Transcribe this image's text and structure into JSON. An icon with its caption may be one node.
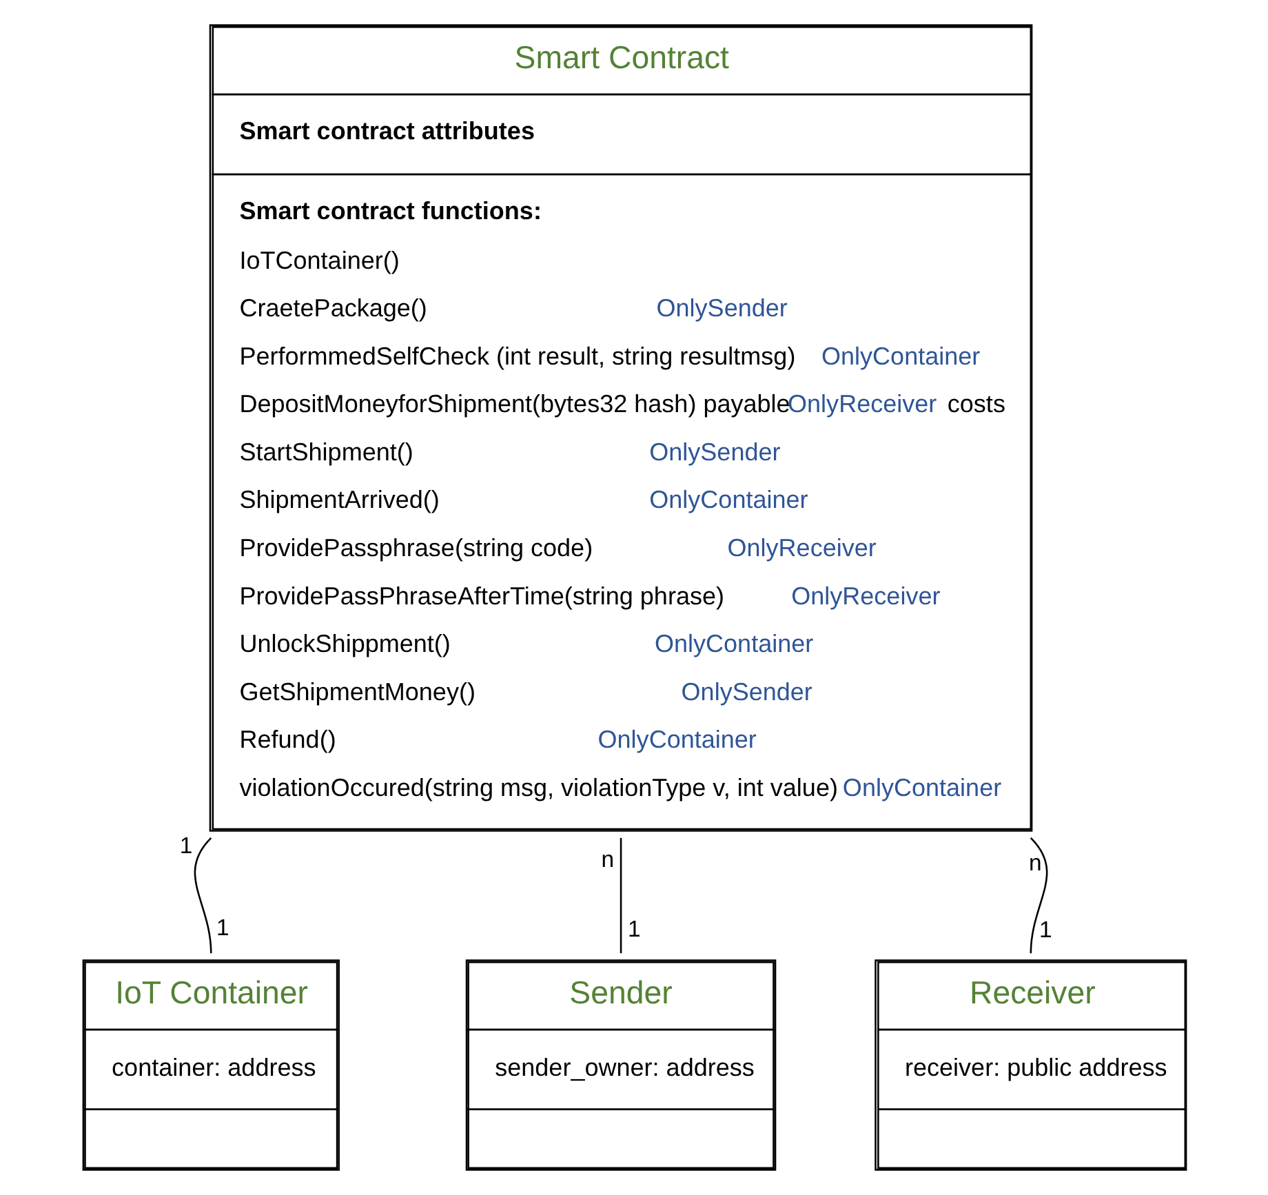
{
  "diagram": {
    "nodes": [
      {
        "text": [
          "Smart Contract",
          "Smart contract attributes",
          "Smart contract functions:",
          "IoTContainer()",
          "CraetePackage()",
          "OnlySender",
          "PerformmedSelfCheck (int result, string resultmsg)",
          "OnlyContainer",
          "DepositMoneyforShipment(bytes32 hash) payable",
          "OnlyReceiver",
          "costs",
          "StartShipment()",
          "OnlySender",
          "ShipmentArrived()",
          "OnlyContainer",
          "ProvidePassphrase(string code)",
          "OnlyReceiver",
          "ProvidePassPhraseAfterTime(string phrase)",
          "OnlyReceiver",
          "UnlockShippment()",
          "OnlyContainer",
          "GetShipmentMoney()",
          "OnlySender",
          "Refund()",
          "OnlyContainer",
          "violationOccured(string msg, violationType v, int value)",
          "OnlyContainer"
        ]
      },
      {
        "text": [
          "IoT Container",
          "container: address"
        ]
      },
      {
        "text": [
          "Sender",
          "sender_owner: address"
        ]
      },
      {
        "text": [
          "Receiver",
          "receiver: public address"
        ]
      }
    ],
    "edges": [
      {
        "from": 0,
        "to": 1,
        "arrow": "none"
      },
      {
        "from": 0,
        "to": 2,
        "arrow": "none"
      },
      {
        "from": 0,
        "to": 3,
        "arrow": "none"
      }
    ],
    "labels": [
      "1",
      "1",
      "n",
      "1",
      "n",
      "1"
    ]
  }
}
